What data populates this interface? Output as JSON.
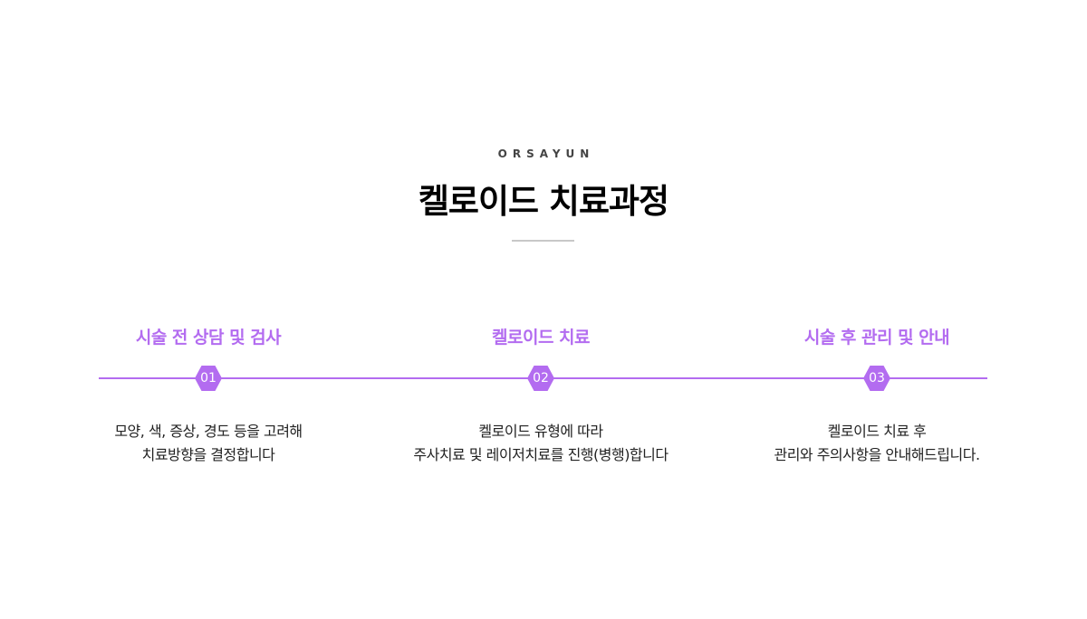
{
  "header": {
    "brand": "ORSAYUN",
    "title": "켈로이드 치료과정"
  },
  "steps": [
    {
      "number": "01",
      "title": "시술 전 상담 및 검사",
      "desc_line1": "모양, 색, 증상, 경도 등을 고려해",
      "desc_line2": "치료방향을 결정합니다"
    },
    {
      "number": "02",
      "title": "켈로이드 치료",
      "desc_line1": "켈로이드 유형에 따라",
      "desc_line2": "주사치료 및 레이저치료를 진행(병행)합니다"
    },
    {
      "number": "03",
      "title": "시술 후 관리 및 안내",
      "desc_line1": "켈로이드 치료 후",
      "desc_line2": "관리와 주의사항을 안내해드립니다."
    }
  ],
  "colors": {
    "accent": "#b36cf0"
  }
}
